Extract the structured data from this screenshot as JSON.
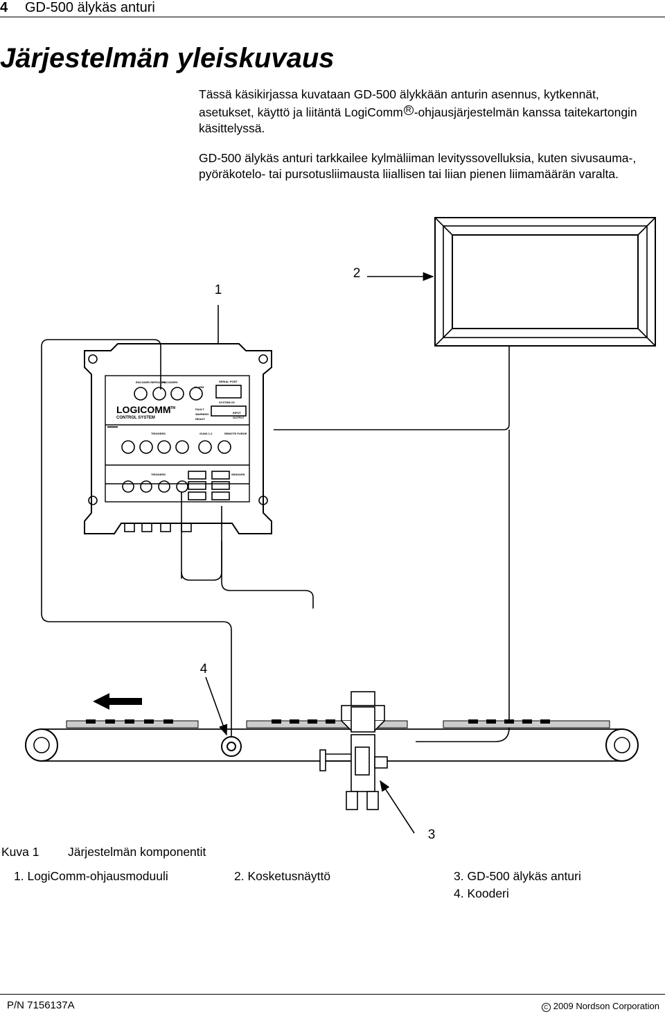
{
  "header": {
    "page_number": "4",
    "doc_title": "GD-500 älykäs anturi"
  },
  "heading": "Järjestelmän yleiskuvaus",
  "paragraph1": {
    "before": "Tässä käsikirjassa kuvataan GD-500 älykkään anturin asennus, kytkennät, asetukset, käyttö ja liitäntä LogiComm",
    "mark": "R",
    "after": "-ohjausjärjestelmän kanssa taitekartongin käsittelyssä."
  },
  "paragraph2": "GD-500 älykäs anturi tarkkailee kylmäliiman levityssovelluksia, kuten sivusauma-, pyöräkotelo- tai pursotusliimausta liiallisen tai liian pienen liimamäärän varalta.",
  "diagram": {
    "callouts": [
      "1",
      "2",
      "3",
      "4"
    ],
    "module_logo": "LOGICOMM",
    "module_subtitle": "CONTROL SYSTEM",
    "tm": "TM",
    "panel_labels": {
      "encoder_repeater": "ENCODER REPEATER",
      "encoders": "ENCODERS",
      "alarm": "ALARM",
      "serial_port": "SERIAL PORT",
      "system_io": "SYSTEM I/O",
      "fault": "FAULT",
      "warning": "WARNING",
      "ready": "READY",
      "input": "INPUT",
      "output": "OUTPUT",
      "triggers": "TRIGGERS",
      "guns": "GUNS 1-2",
      "remote_purge": "REMOTE PURGE",
      "triggers2": "TRIGGERS",
      "sensors": "SENSORS"
    }
  },
  "caption": {
    "label": "Kuva 1",
    "text": "Järjestelmän komponentit"
  },
  "legend": [
    "1. LogiComm-ohjausmoduuli",
    "2. Kosketusnäyttö",
    "3. GD-500 älykäs anturi",
    "4. Kooderi"
  ],
  "footer": {
    "part_number": "P/N 7156137A",
    "copyright_symbol": "C",
    "copyright": "2009 Nordson Corporation"
  }
}
